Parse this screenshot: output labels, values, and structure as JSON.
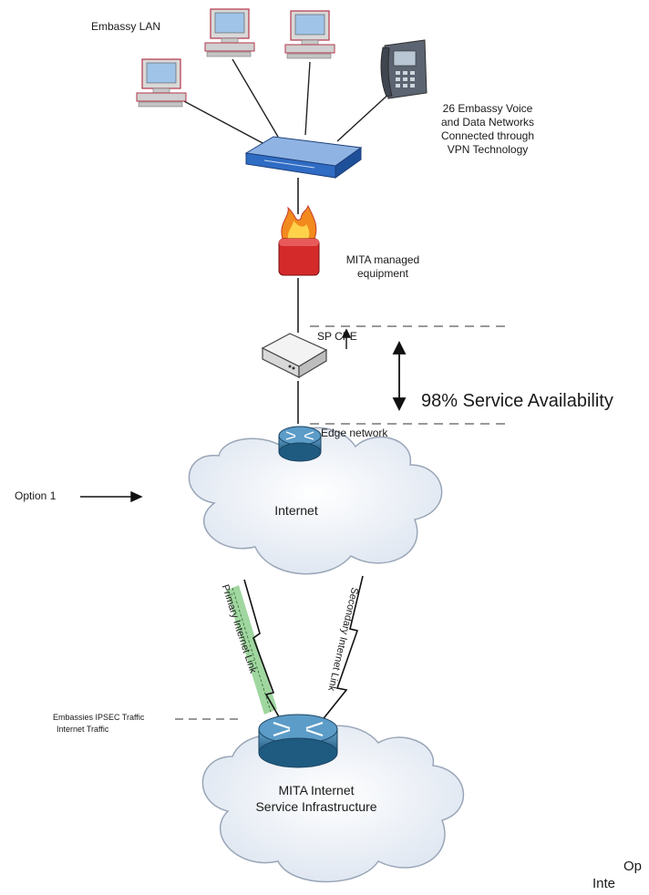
{
  "labels": {
    "embassy_lan": "Embassy LAN",
    "vpn_note": [
      "26 Embassy Voice",
      "and Data Networks",
      "Connected through",
      "VPN Technology"
    ],
    "mita_managed": [
      "MITA managed",
      "equipment"
    ],
    "sp_cpe": "SP CPE",
    "availability": "98% Service Availability",
    "edge_network": "Edge network",
    "option": "Option 1",
    "internet": "Internet",
    "primary_link": "Primary Internet Link",
    "secondary_link": "Secondary Internet Link",
    "ipsec_traffic": "Embassies IPSEC Traffic",
    "internet_traffic": "Internet Traffic",
    "mita_infra": [
      "MITA Internet",
      "Service Infrastructure"
    ],
    "footer_fragment_1": "Op",
    "footer_fragment_2": "Inte"
  },
  "colors": {
    "line": "#222222",
    "cloud_fill": "#eef2f8",
    "cloud_stroke": "#9aa6b8",
    "hub": "#2f6cc4",
    "firewall": "#d42a2a",
    "router": "#3a7ea8",
    "primary_link_fill": "#8fcf8f"
  },
  "icons": [
    "computer-icon",
    "ip-phone-icon",
    "vpn-hub-icon",
    "firewall-icon",
    "modem-icon",
    "router-icon"
  ]
}
